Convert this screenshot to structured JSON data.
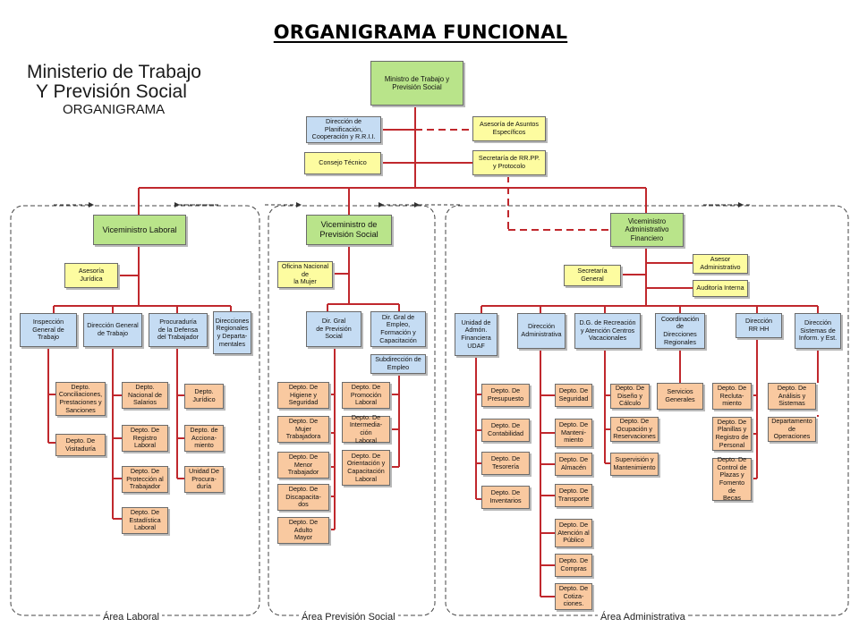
{
  "title": "ORGANIGRAMA FUNCIONAL",
  "logo": {
    "line1": "Ministerio de Trabajo",
    "line2": "Y Previsión Social",
    "line3": "ORGANIGRAMA"
  },
  "colors": {
    "green": "#b9e48a",
    "blue": "#c5dcf3",
    "yellow": "#fdfca0",
    "peach": "#f9c9a0",
    "line": "#c0282d"
  },
  "top": {
    "minister": "Ministro de Trabajo y\nPrevisión Social",
    "planificacion": "Dirección de\nPlanificación,\nCooperación y R.R.I.I.",
    "asesoria_asuntos": "Asesoría de Asuntos\nEspecíficos",
    "consejo_tecnico": "Consejo Técnico",
    "secretaria_rrpp": "Secretaría de RR.PP.\ny Protocolo"
  },
  "areas": {
    "laboral": "Área Laboral",
    "prevision": "Área Previsión Social",
    "administrativa": "Área Administrativa"
  },
  "laboral": {
    "vice": "Viceministro Laboral",
    "asesoria": "Asesoría Jurídica",
    "inspeccion": "Inspección\nGeneral de\nTrabajo",
    "direccion_general": "Dirección General\nde Trabajo",
    "procuraduria": "Procuraduría\nde la Defensa\ndel Trabajador",
    "regionales": "Direcciones\nRegionales\ny Departa-\nmentales",
    "insp_depts": [
      "Depto.\nConciliaciones,\nPrestaciones y\nSanciones",
      "Depto. De\nVisitaduría"
    ],
    "dg_depts": [
      "Depto.\nNacional de\nSalarios",
      "Depto. De\nRegistro\nLaboral",
      "Depto. De\nProtección al\nTrabajador",
      "Depto. De\nEstadística\nLaboral"
    ],
    "proc_depts": [
      "Depto.\nJurídico",
      "Depto. de\nAcciona-\nmiento",
      "Unidad De\nProcura-\nduría"
    ]
  },
  "prevision": {
    "vice": "Viceministro de\nPrevisión Social",
    "oficina_mujer": "Oficina Nacional\nde\nla Mujer",
    "dir_gral": "Dir. Gral\nde Previsión\nSocial",
    "dir_empleo": "Dir. Gral de\nEmpleo,\nFormación y\nCapacitación",
    "subdireccion": "Subdirección de\nEmpleo",
    "prev_depts": [
      "Depto. De\nHigiene y\nSeguridad",
      "Depto. De\nMujer\nTrabajadora",
      "Depto. De\nMenor\nTrabajador",
      "Depto. De\nDiscapacita-\ndos",
      "Depto. De\nAdulto\nMayor"
    ],
    "empleo_depts": [
      "Depto. De\nPromoción\nLaboral",
      "Depto. De\nIntermedia-ción\nLaboral",
      "Depto. De\nOrientación y\nCapacitación\nLaboral"
    ]
  },
  "administrativa": {
    "vice": "Viceministro\nAdministrativo\nFinanciero",
    "asesor": "Asesor\nAdministrativo",
    "secretaria": "Secretaría General",
    "auditoria": "Auditoría Interna",
    "udaf": "Unidad de\nAdmón.\nFinanciera\nUDAF",
    "direccion_admin": "Dirección\nAdministrativa",
    "recreacion": "D.G. de Recreación\ny Atención Centros\nVacacionales",
    "coordinacion": "Coordinación\nde\nDirecciones\nRegionales",
    "rrhh": "Dirección\nRR HH",
    "sistemas": "Dirección\nSistemas de\nInform. y Est.",
    "udaf_depts": [
      "Depto. De\nPresupuesto",
      "Depto. De\nContabilidad",
      "Depto. De\nTesorería",
      "Depto. De\nInventarios"
    ],
    "admin_depts": [
      "Depto. De\nSeguridad",
      "Depto. De\nManteni-\nmiento",
      "Depto. De\nAlmacén",
      "Depto. De\nTransporte",
      "Depto. De\nAtención al\nPúblico",
      "Depto. De\nCompras",
      "Depto. De\nCotiza-\nciones."
    ],
    "recreacion_depts": [
      "Depto. De\nDiseño y\nCálculo",
      "Depto. De\nOcupación y\nReservaciones",
      "Supervisión y\nMantenimiento"
    ],
    "coordinacion_depts": [
      "Servicios\nGenerales"
    ],
    "rrhh_depts": [
      "Depto. De\nRecluta-\nmiento",
      "Depto. De\nPlanillas y\nRegistro de\nPersonal",
      "Depto. De\nControl de\nPlazas y\nFomento de\nBecas"
    ],
    "sistemas_depts": [
      "Depto. De\nAnálisis y\nSistemas",
      "Departamento\nde\nOperaciones"
    ]
  }
}
